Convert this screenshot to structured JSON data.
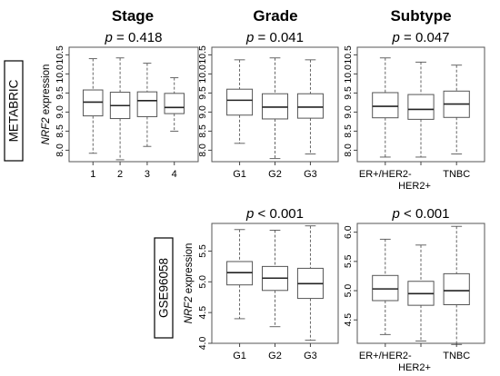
{
  "column_headers": [
    "Stage",
    "Grade",
    "Subtype"
  ],
  "cohorts": [
    "METABRIC",
    "GSE96058"
  ],
  "y_axis_label": {
    "gene": "NRF2",
    "rest": " expression"
  },
  "chart_data": [
    {
      "type": "box",
      "cohort": "METABRIC",
      "column": "Stage",
      "p_prefix": "p",
      "p_text": " = 0.418",
      "ylim": [
        7.7,
        10.7
      ],
      "yticks": [
        8.0,
        8.5,
        9.0,
        9.5,
        10.0,
        10.5
      ],
      "ytick_labels": [
        "8.0",
        "8.5",
        "9.0",
        "9.5",
        "10.0",
        "10.5"
      ],
      "categories": [
        "1",
        "2",
        "3",
        "4"
      ],
      "boxes": [
        {
          "min": 7.92,
          "q1": 8.9,
          "median": 9.26,
          "q3": 9.58,
          "max": 10.4
        },
        {
          "min": 7.75,
          "q1": 8.83,
          "median": 9.17,
          "q3": 9.52,
          "max": 10.42
        },
        {
          "min": 8.1,
          "q1": 8.88,
          "median": 9.3,
          "q3": 9.53,
          "max": 10.28
        },
        {
          "min": 8.5,
          "q1": 8.96,
          "median": 9.12,
          "q3": 9.49,
          "max": 9.9
        }
      ]
    },
    {
      "type": "box",
      "cohort": "METABRIC",
      "column": "Grade",
      "p_prefix": "p",
      "p_text": " = 0.041",
      "ylim": [
        7.7,
        10.7
      ],
      "yticks": [
        8.0,
        8.5,
        9.0,
        9.5,
        10.0,
        10.5
      ],
      "ytick_labels": [
        "8.0",
        "8.5",
        "9.0",
        "9.5",
        "10.0",
        "10.5"
      ],
      "categories": [
        "G1",
        "G2",
        "G3"
      ],
      "boxes": [
        {
          "min": 8.18,
          "q1": 8.92,
          "median": 9.31,
          "q3": 9.6,
          "max": 10.37
        },
        {
          "min": 7.78,
          "q1": 8.82,
          "median": 9.13,
          "q3": 9.48,
          "max": 10.42
        },
        {
          "min": 7.9,
          "q1": 8.84,
          "median": 9.13,
          "q3": 9.48,
          "max": 10.37
        }
      ]
    },
    {
      "type": "box",
      "cohort": "METABRIC",
      "column": "Subtype",
      "p_prefix": "p",
      "p_text": " = 0.047",
      "ylim": [
        7.7,
        10.7
      ],
      "yticks": [
        8.0,
        8.5,
        9.0,
        9.5,
        10.0,
        10.5
      ],
      "ytick_labels": [
        "8.0",
        "8.5",
        "9.0",
        "9.5",
        "10.0",
        "10.5"
      ],
      "categories": [
        "ER+/HER2-",
        "HER2+",
        "TNBC"
      ],
      "boxes": [
        {
          "min": 7.82,
          "q1": 8.85,
          "median": 9.15,
          "q3": 9.51,
          "max": 10.42
        },
        {
          "min": 7.82,
          "q1": 8.81,
          "median": 9.07,
          "q3": 9.46,
          "max": 10.31
        },
        {
          "min": 7.9,
          "q1": 8.86,
          "median": 9.21,
          "q3": 9.55,
          "max": 10.23
        }
      ]
    },
    {
      "type": "box",
      "cohort": "GSE96058",
      "column": "Grade",
      "p_prefix": "p",
      "p_text": " < 0.001",
      "ylim": [
        4.0,
        5.95
      ],
      "yticks": [
        4.0,
        4.5,
        5.0,
        5.5
      ],
      "ytick_labels": [
        "4.0",
        "4.5",
        "5.0",
        "5.5"
      ],
      "categories": [
        "G1",
        "G2",
        "G3"
      ],
      "boxes": [
        {
          "min": 4.4,
          "q1": 4.95,
          "median": 5.15,
          "q3": 5.33,
          "max": 5.85
        },
        {
          "min": 4.27,
          "q1": 4.86,
          "median": 5.06,
          "q3": 5.25,
          "max": 5.84
        },
        {
          "min": 4.05,
          "q1": 4.73,
          "median": 4.97,
          "q3": 5.22,
          "max": 5.91
        }
      ]
    },
    {
      "type": "box",
      "cohort": "GSE96058",
      "column": "Subtype",
      "p_prefix": "p",
      "p_text": " < 0.001",
      "ylim": [
        4.1,
        6.15
      ],
      "yticks": [
        4.5,
        5.0,
        5.5,
        6.0
      ],
      "ytick_labels": [
        "4.5",
        "5.0",
        "5.5",
        "6.0"
      ],
      "categories": [
        "ER+/HER2-",
        "HER2+",
        "TNBC"
      ],
      "boxes": [
        {
          "min": 4.25,
          "q1": 4.83,
          "median": 5.03,
          "q3": 5.26,
          "max": 5.88
        },
        {
          "min": 4.14,
          "q1": 4.75,
          "median": 4.95,
          "q3": 5.16,
          "max": 5.78
        },
        {
          "min": 4.08,
          "q1": 4.76,
          "median": 5.0,
          "q3": 5.29,
          "max": 6.1
        }
      ]
    }
  ]
}
